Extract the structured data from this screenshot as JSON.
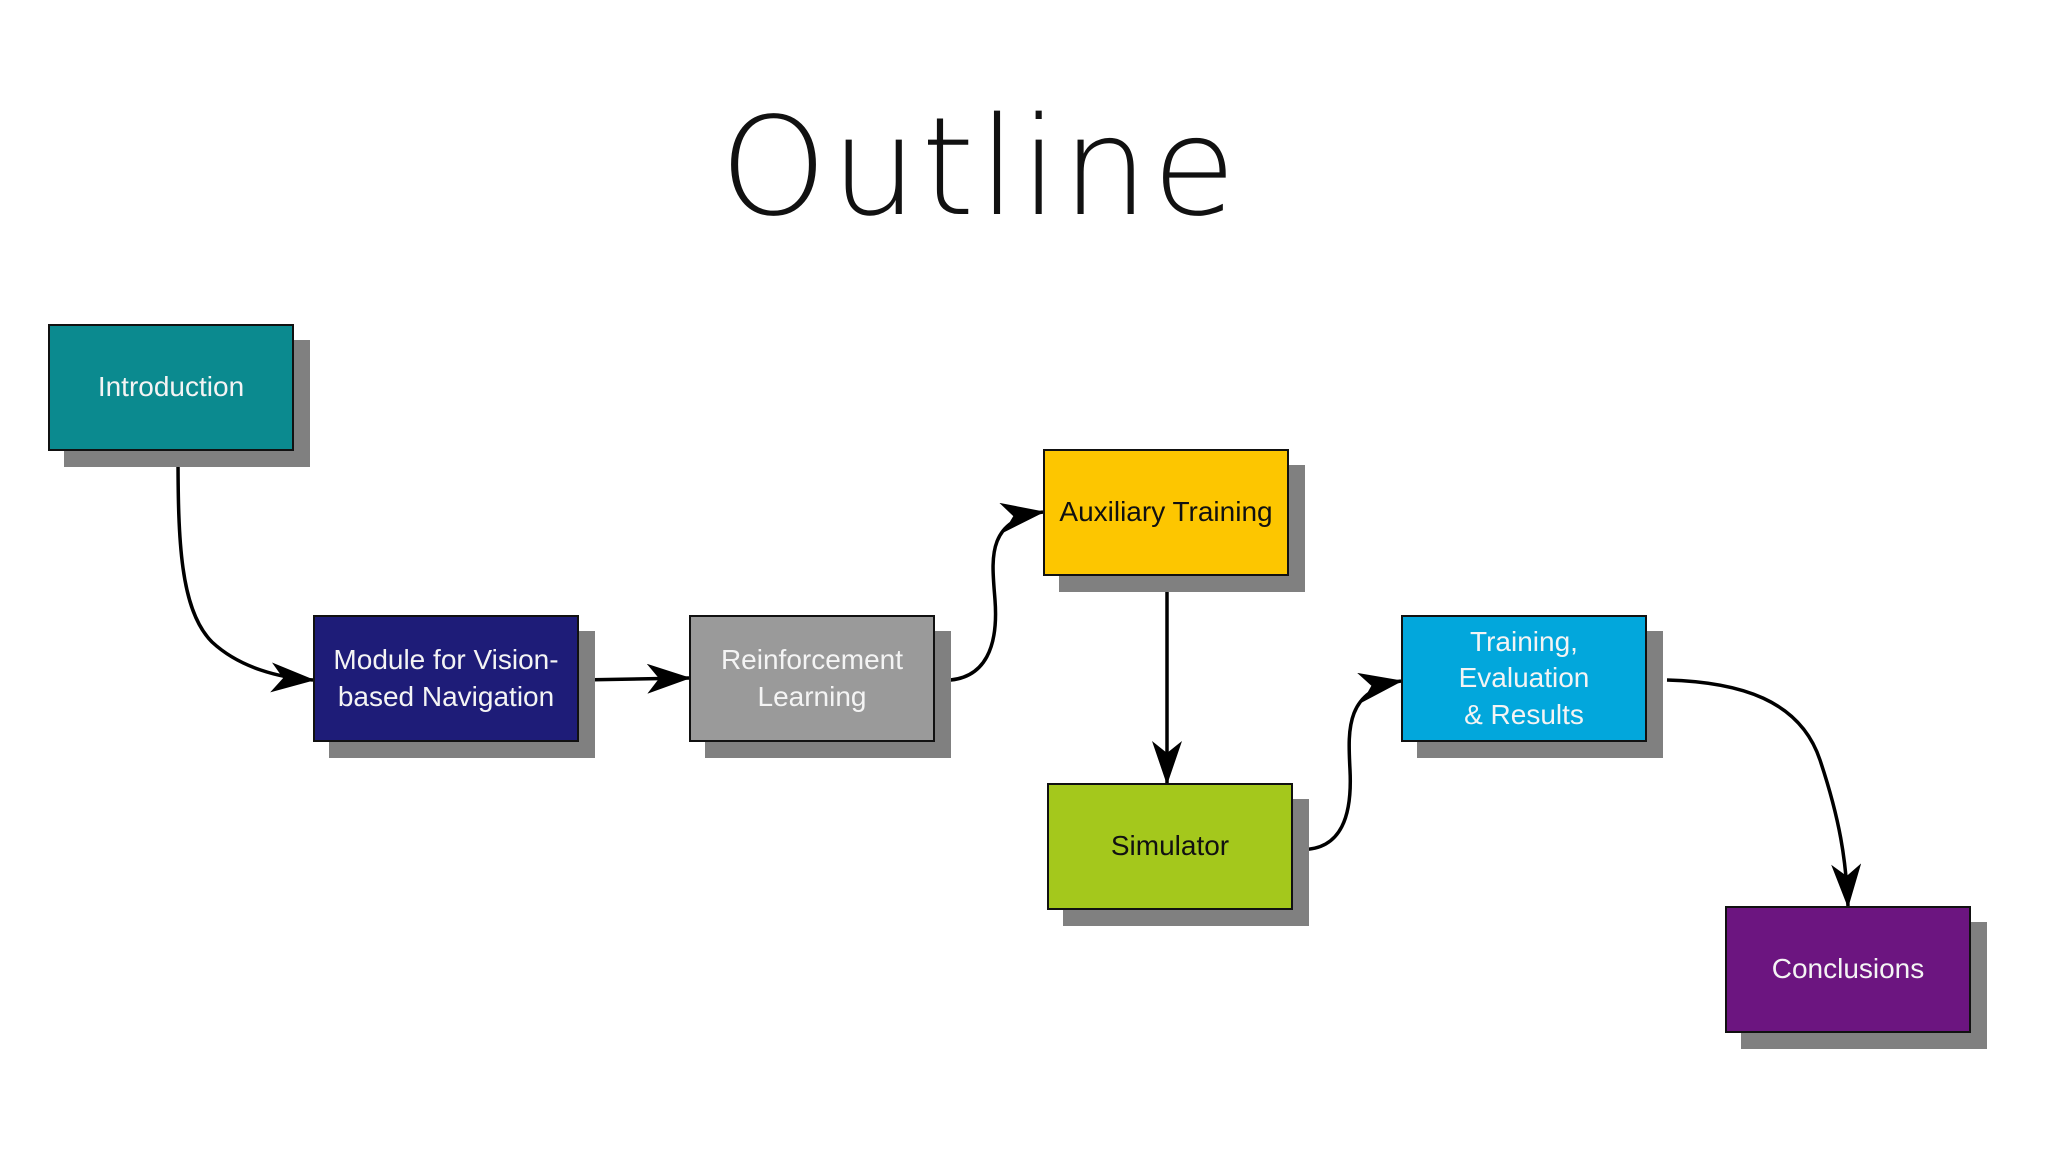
{
  "slide": {
    "title": "Outline"
  },
  "nodes": [
    {
      "id": "intro",
      "label": "Introduction",
      "color": "#0b8a8f",
      "text_color": "light"
    },
    {
      "id": "module",
      "label": "Module for Vision-\nbased Navigation",
      "color": "#1e1c78",
      "text_color": "light"
    },
    {
      "id": "rl",
      "label": "Reinforcement\nLearning",
      "color": "#9a9a9a",
      "text_color": "light"
    },
    {
      "id": "aux",
      "label": "Auxiliary Training",
      "color": "#fdc600",
      "text_color": "dark"
    },
    {
      "id": "sim",
      "label": "Simulator",
      "color": "#a4c81c",
      "text_color": "dark"
    },
    {
      "id": "train",
      "label": "Training, Evaluation\n& Results",
      "color": "#02a7dc",
      "text_color": "light"
    },
    {
      "id": "concl",
      "label": "Conclusions",
      "color": "#6c1580",
      "text_color": "light"
    }
  ],
  "edges": [
    {
      "from": "Introduction",
      "to": "Module for Vision-based Navigation"
    },
    {
      "from": "Module for Vision-based Navigation",
      "to": "Reinforcement Learning"
    },
    {
      "from": "Reinforcement Learning",
      "to": "Auxiliary Training"
    },
    {
      "from": "Auxiliary Training",
      "to": "Simulator"
    },
    {
      "from": "Simulator",
      "to": "Training, Evaluation & Results"
    },
    {
      "from": "Training, Evaluation & Results",
      "to": "Conclusions"
    }
  ],
  "colors": {
    "connector": "#000000",
    "shadow": "#808080",
    "border": "#111111"
  }
}
